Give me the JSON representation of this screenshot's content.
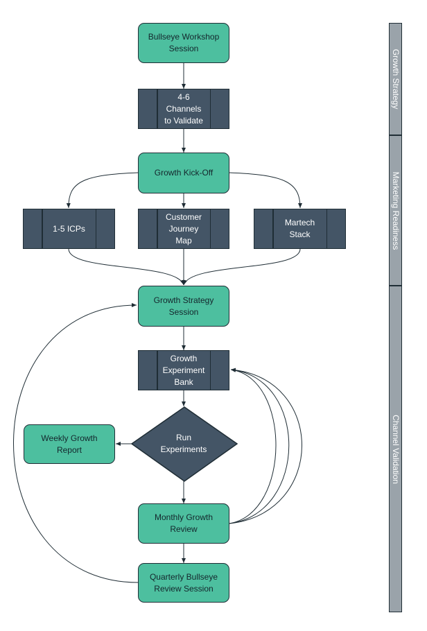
{
  "nodes": {
    "bullseye_workshop": "Bullseye Workshop\nSession",
    "channels_to_validate": "4-6\nChannels\nto Validate",
    "growth_kickoff": "Growth Kick-Off",
    "icps": "1-5 ICPs",
    "customer_journey_map": "Customer\nJourney\nMap",
    "martech_stack": "Martech\nStack",
    "growth_strategy_session": "Growth Strategy\nSession",
    "growth_experiment_bank": "Growth\nExperiment\nBank",
    "run_experiments": "Run\nExperiments",
    "weekly_growth_report": "Weekly Growth\nReport",
    "monthly_growth_review": "Monthly Growth\nReview",
    "quarterly_bullseye_review": "Quarterly Bullseye\nReview Session"
  },
  "lanes": {
    "growth_strategy": "Growth Strategy",
    "marketing_readiness": "Marketing Readiness",
    "channel_validation": "Channel Validation"
  },
  "colors": {
    "process_fill": "#4dbf9f",
    "data_fill": "#445566",
    "lane_fill": "#9aa3aa",
    "stroke": "#1f2d35"
  }
}
